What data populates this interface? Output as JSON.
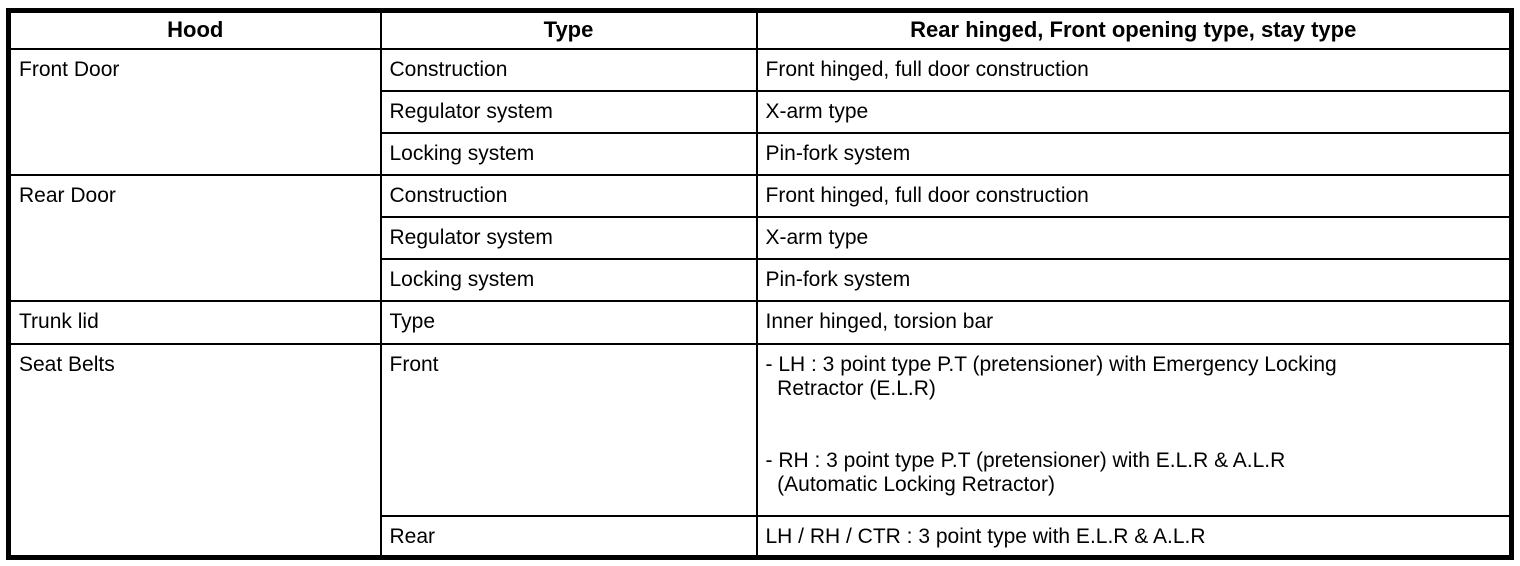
{
  "table": {
    "header": {
      "col1": "Hood",
      "col2": "Type",
      "col3": "Rear hinged, Front opening type, stay type"
    },
    "rows": [
      {
        "item": "Front Door",
        "attr": "Construction",
        "value": "Front hinged, full door construction"
      },
      {
        "attr": "Regulator system",
        "value": "X-arm type"
      },
      {
        "attr": "Locking system",
        "value": "Pin-fork system"
      },
      {
        "item": "Rear Door",
        "attr": "Construction",
        "value": "Front hinged, full door construction"
      },
      {
        "attr": "Regulator system",
        "value": "X-arm type"
      },
      {
        "attr": "Locking system",
        "value": "Pin-fork system"
      },
      {
        "item": "Trunk lid",
        "attr": "Type",
        "value": "Inner hinged, torsion bar"
      },
      {
        "item": "Seat Belts",
        "attr": "Front",
        "value": "- LH : 3 point type P.T (pretensioner) with Emergency Locking\n  Retractor (E.L.R)\n\n\n- RH : 3 point type P.T (pretensioner) with E.L.R & A.L.R\n  (Automatic Locking Retractor)"
      },
      {
        "attr": "Rear",
        "value": "LH / RH / CTR : 3 point type with E.L.R & A.L.R"
      }
    ],
    "colors": {
      "text": "#000000",
      "border": "#000000",
      "background": "#ffffff"
    }
  }
}
